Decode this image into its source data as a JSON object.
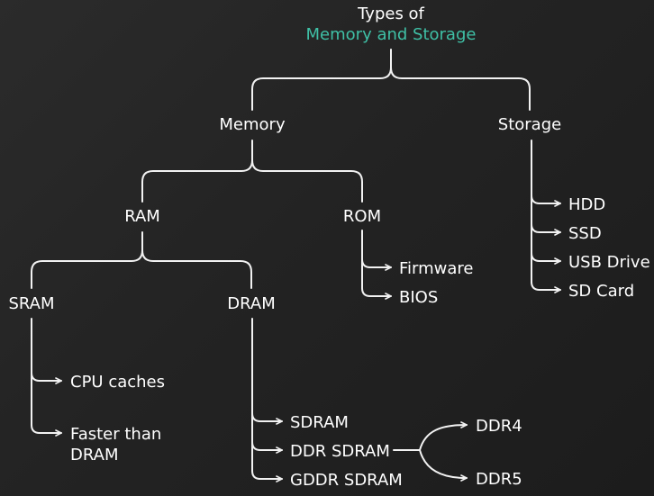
{
  "title": {
    "line1": "Types of",
    "line2": "Memory and Storage"
  },
  "nodes": {
    "memory": "Memory",
    "storage": "Storage",
    "ram": "RAM",
    "rom": "ROM",
    "sram": "SRAM",
    "dram": "DRAM",
    "hdd": "HDD",
    "ssd": "SSD",
    "usb": "USB Drive",
    "sdcard": "SD Card",
    "firmware": "Firmware",
    "bios": "BIOS",
    "cpu_caches": "CPU caches",
    "faster_line1": "Faster than",
    "faster_line2": "DRAM",
    "sdram": "SDRAM",
    "ddr_sdram": "DDR SDRAM",
    "gddr_sdram": "GDDR SDRAM",
    "ddr4": "DDR4",
    "ddr5": "DDR5"
  },
  "colors": {
    "text": "#ffffff",
    "accent": "#3fc0a6",
    "line": "#f2f2f2"
  }
}
